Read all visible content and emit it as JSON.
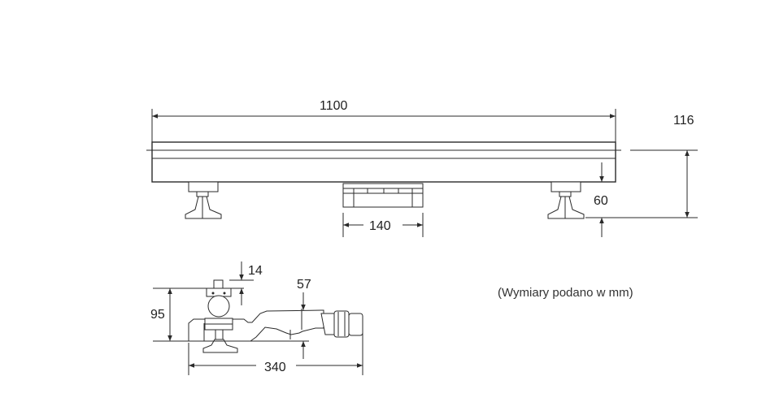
{
  "dimensions": {
    "length": "1100",
    "outlet_width": "140",
    "total_height": "116",
    "min_height": "60",
    "grate_offset": "14",
    "outlet_height": "57",
    "side_height": "95",
    "side_depth": "340"
  },
  "note": "(Wymiary podano w mm)"
}
